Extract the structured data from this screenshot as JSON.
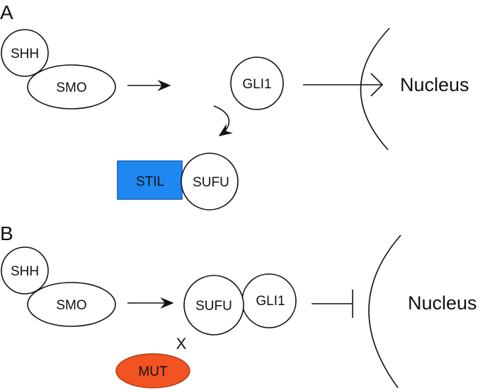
{
  "colors": {
    "stil_fill": "#1E88F0",
    "stil_text": "#ffffff",
    "mut_fill": "#F25322",
    "mut_text": "#ffffff",
    "block_mark": "#EE2200"
  },
  "panel_a": {
    "label": "A",
    "shh": "SHH",
    "smo": "SMO",
    "gli1": "GLI1",
    "stil": "STIL",
    "sufu": "SUFU",
    "nucleus": "Nucleus"
  },
  "panel_b": {
    "label": "B",
    "shh": "SHH",
    "smo": "SMO",
    "sufu": "SUFU",
    "gli1": "GLI1",
    "block_mark": "X",
    "mut": "MUT",
    "nucleus": "Nucleus"
  }
}
